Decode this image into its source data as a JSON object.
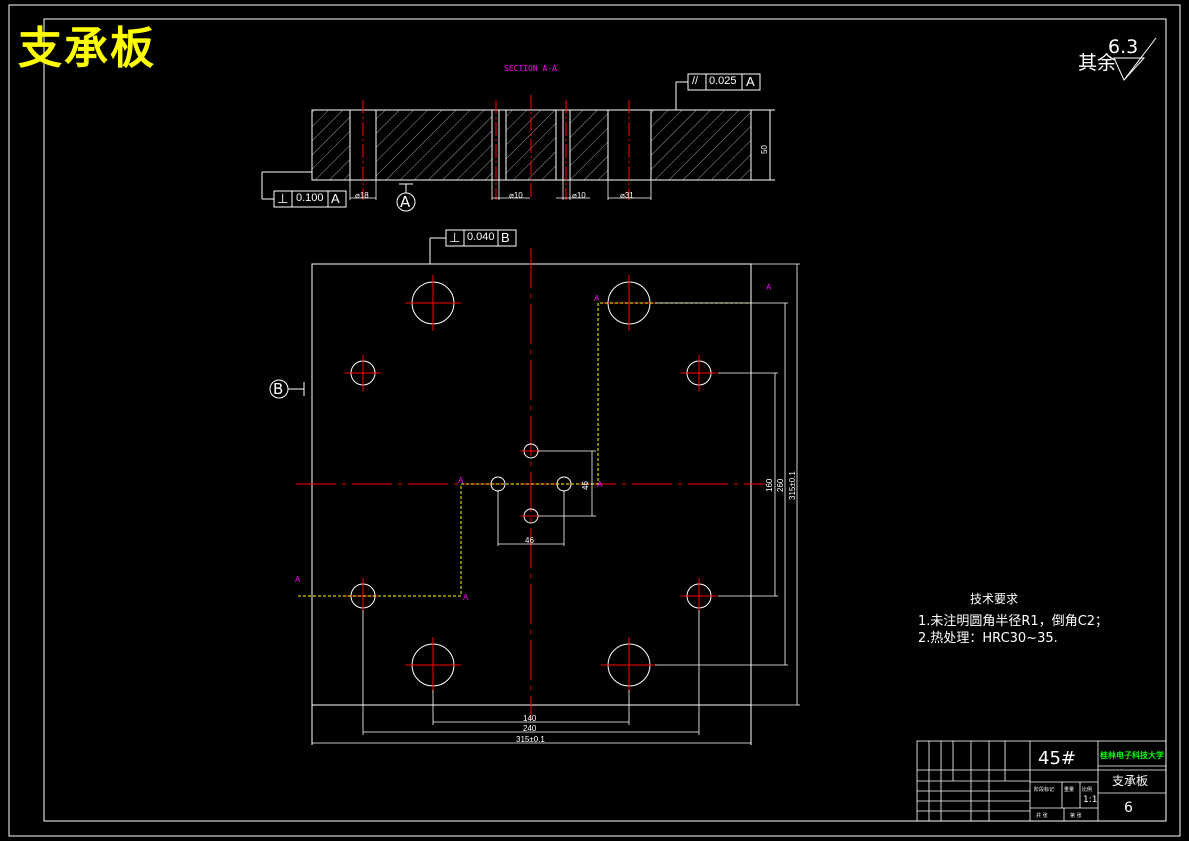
{
  "drawing": {
    "title": "支承板",
    "roughness": {
      "label": "其余",
      "value": "6.3"
    },
    "section_title": "SECTION A-A",
    "fcf_parallel": {
      "symbol": "//",
      "tolerance": "0.025",
      "datum": "A"
    },
    "fcf_perp_a": {
      "symbol": "⊥",
      "tolerance": "0.100",
      "datum": "A"
    },
    "fcf_perp_b": {
      "symbol": "⊥",
      "tolerance": "0.040",
      "datum": "B"
    },
    "datum_a": "A",
    "datum_b": "B",
    "section_dims": {
      "d18": "⌀18",
      "d10a": "⌀10",
      "d10b": "⌀10",
      "d31": "⌀31",
      "thickness": "50"
    },
    "plan_dims": {
      "d46h": "46",
      "d46v": "46",
      "d140": "140",
      "d240": "240",
      "d315h": "315±0.1",
      "d160": "160",
      "d260": "260",
      "d315v": "315±0.1"
    },
    "section_marker": "A",
    "tech_requirements": {
      "title": "技术要求",
      "items": [
        "1.未注明圆角半径R1，倒角C2；",
        "2.热处理：HRC30~35."
      ]
    },
    "title_block": {
      "material": "45#",
      "school": "桂林电子科技大学",
      "part_name": "支承板",
      "sheet_no": "6",
      "scale": "1:1",
      "labels": {
        "stage": "阶段标记",
        "weight": "重量",
        "scale": "比例",
        "sheets": "共 张",
        "sheet": "第 张"
      }
    },
    "colors": {
      "line": "#ffffff",
      "center": "#ff0000",
      "section_line": "#ffff00",
      "marker": "#ff00ff",
      "title": "#ffff00",
      "school": "#00ff00"
    }
  }
}
